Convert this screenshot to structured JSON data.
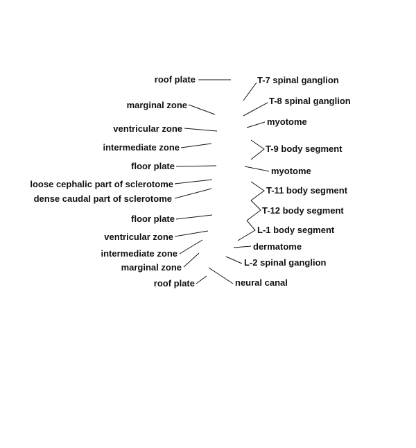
{
  "diagram": {
    "left_labels": [
      {
        "id": "roof-plate-top",
        "text": "roof plate"
      },
      {
        "id": "marginal-zone-top",
        "text": "marginal zone"
      },
      {
        "id": "ventricular-zone-top",
        "text": "ventricular zone"
      },
      {
        "id": "intermediate-zone-top",
        "text": "intermediate zone"
      },
      {
        "id": "floor-plate-top",
        "text": "floor plate"
      },
      {
        "id": "loose-cephalic-sclerotome",
        "text": "loose cephalic part of sclerotome"
      },
      {
        "id": "dense-caudal-sclerotome",
        "text": "dense caudal part of sclerotome"
      },
      {
        "id": "floor-plate-bottom",
        "text": "floor plate"
      },
      {
        "id": "ventricular-zone-bottom",
        "text": "ventricular zone"
      },
      {
        "id": "intermediate-zone-bottom",
        "text": "intermediate zone"
      },
      {
        "id": "marginal-zone-bottom",
        "text": "marginal zone"
      },
      {
        "id": "roof-plate-bottom",
        "text": "roof plate"
      }
    ],
    "right_labels": [
      {
        "id": "t7-spinal-ganglion",
        "text": "T-7 spinal ganglion"
      },
      {
        "id": "t8-spinal-ganglion",
        "text": "T-8 spinal ganglion"
      },
      {
        "id": "myotome-top",
        "text": "myotome"
      },
      {
        "id": "t9-body-segment",
        "text": "T-9 body segment"
      },
      {
        "id": "myotome-bottom",
        "text": "myotome"
      },
      {
        "id": "t11-body-segment",
        "text": "T-11 body segment"
      },
      {
        "id": "t12-body-segment",
        "text": "T-12 body segment"
      },
      {
        "id": "l1-body-segment",
        "text": "L-1 body segment"
      },
      {
        "id": "dermatome",
        "text": "dermatome"
      },
      {
        "id": "l2-spinal-ganglion",
        "text": "L-2 spinal ganglion"
      },
      {
        "id": "neural-canal",
        "text": "neural canal"
      }
    ]
  }
}
